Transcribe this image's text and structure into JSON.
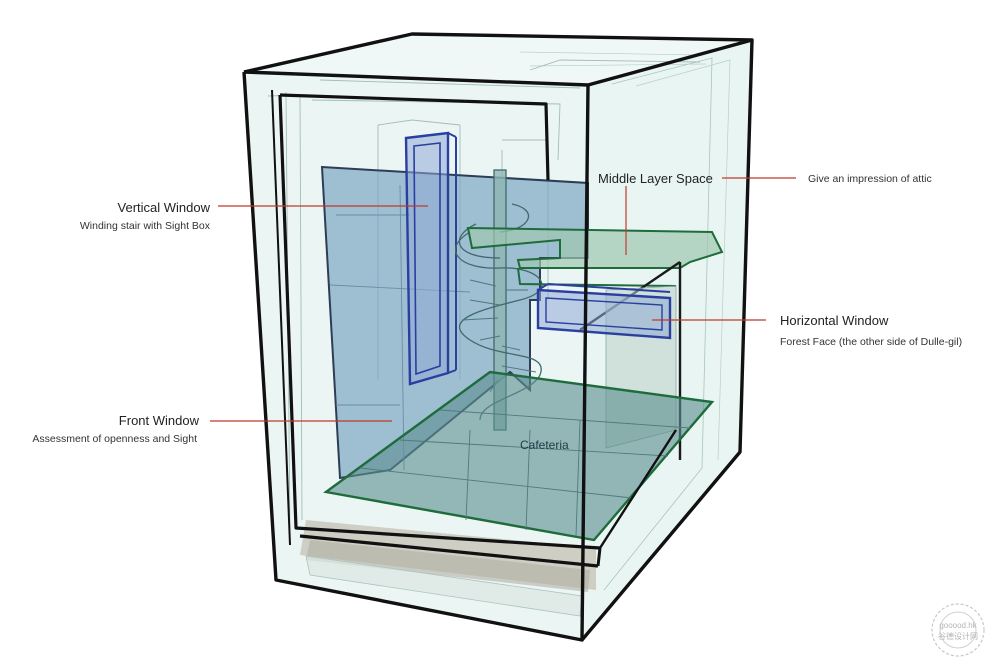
{
  "labels": {
    "vertical_window": {
      "title": "Vertical Window",
      "subtitle": "Winding stair with Sight Box"
    },
    "front_window": {
      "title": "Front Window",
      "subtitle": "Assessment of openness and Sight"
    },
    "middle_layer": {
      "title": "Middle Layer Space",
      "subtitle": "Give an impression of attic"
    },
    "horizontal_window": {
      "title": "Horizontal Window",
      "subtitle": "Forest Face (the other side of Dulle-gil)"
    },
    "cafeteria": "Cafeteria"
  },
  "watermark": {
    "text": "gooood.hk",
    "subtext": "谷德设计网"
  },
  "colors": {
    "outline": "#000000",
    "glass": "#b8dcd6",
    "front_window_fill": "#7fa8c4",
    "vertical_window": "#2a3fa0",
    "floor_plate": "#1e6b3c",
    "leader": "#c0392b",
    "shadow": "#9a9a90"
  }
}
